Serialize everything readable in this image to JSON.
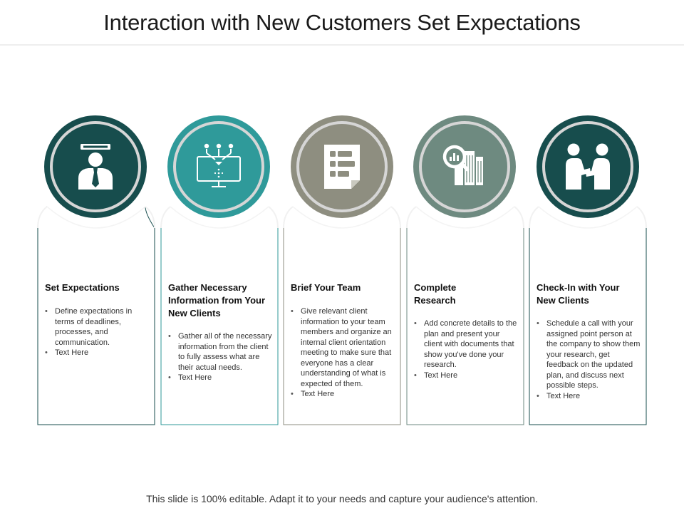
{
  "title": "Interaction with New Customers Set Expectations",
  "footer": "This slide is 100% editable. Adapt it to your needs and capture your audience's attention.",
  "cards": [
    {
      "title": "Set Expectations",
      "icon": "businessman-icon",
      "color": "#174d4d",
      "bullets": [
        "Define expectations in terms of deadlines, processes, and communication.",
        "Text Here"
      ]
    },
    {
      "title": "Gather Necessary Information from Your New Clients",
      "icon": "monitor-network-icon",
      "color": "#2f9a9a",
      "bullets": [
        "Gather all of the necessary information from the client to fully assess what are their actual needs.",
        "Text Here"
      ]
    },
    {
      "title": "Brief Your Team",
      "icon": "document-list-icon",
      "color": "#8e8e80",
      "bullets": [
        "Give relevant client information to your team members and organize an internal client orientation meeting to make sure that everyone has a clear understanding of what is expected of them.",
        "Text Here"
      ]
    },
    {
      "title": "Complete Research",
      "icon": "research-magnifier-icon",
      "color": "#6e8a80",
      "bullets": [
        "Add concrete details to the plan and present your client with documents that show you've done your research.",
        "Text Here"
      ]
    },
    {
      "title": "Check-In with Your New Clients",
      "icon": "handshake-icon",
      "color": "#174d4d",
      "bullets": [
        "Schedule a call with your assigned point person at the company to show them your research, get feedback on the updated plan, and discuss next possible steps.",
        "Text Here"
      ]
    }
  ]
}
